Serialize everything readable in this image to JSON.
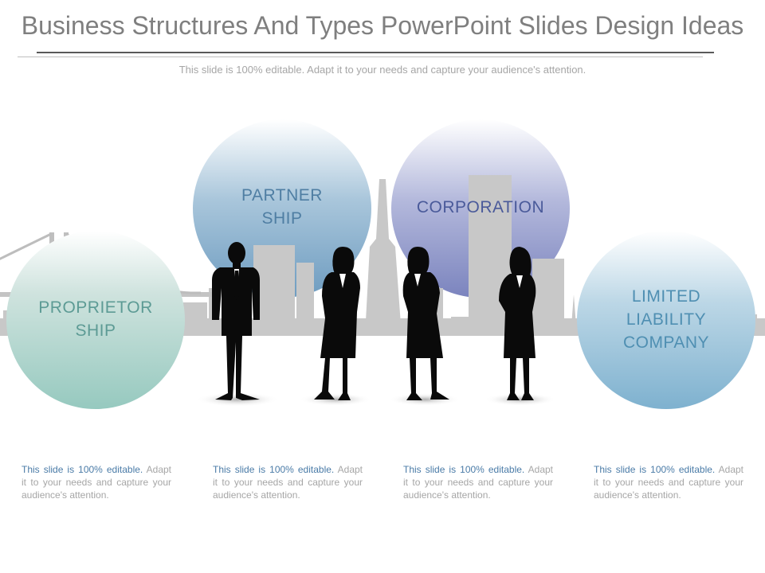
{
  "slide": {
    "title": "Business Structures And Types PowerPoint Slides Design Ideas",
    "subtitle": "This slide is 100% editable. Adapt it to your needs and capture your audience's attention."
  },
  "structures": [
    {
      "label_line1": "PROPRIETOR",
      "label_line2": "SHIP",
      "label_line3": "",
      "color": "#5d9b95",
      "desc_head": "This slide is 100% editable.",
      "desc_body": "Adapt it to your needs and capture your audience's attention."
    },
    {
      "label_line1": "PARTNER",
      "label_line2": "SHIP",
      "label_line3": "",
      "color": "#4f7ea3",
      "desc_head": "This slide is 100% editable.",
      "desc_body": "Adapt it to your needs and capture your audience's attention."
    },
    {
      "label_line1": "CORPORATION",
      "label_line2": "",
      "label_line3": "",
      "color": "#4a5a9a",
      "desc_head": "This slide is 100% editable.",
      "desc_body": "Adapt it to your needs and capture your audience's attention."
    },
    {
      "label_line1": "LIMITED",
      "label_line2": "LIABILITY",
      "label_line3": "COMPANY",
      "color": "#4f8fb2",
      "desc_head": "This slide is 100% editable.",
      "desc_body": "Adapt it to your needs and capture your audience's attention."
    }
  ],
  "icons": [
    "bridge-icon",
    "city-skyline-icon",
    "businessman-icon",
    "businesswoman-icon"
  ]
}
